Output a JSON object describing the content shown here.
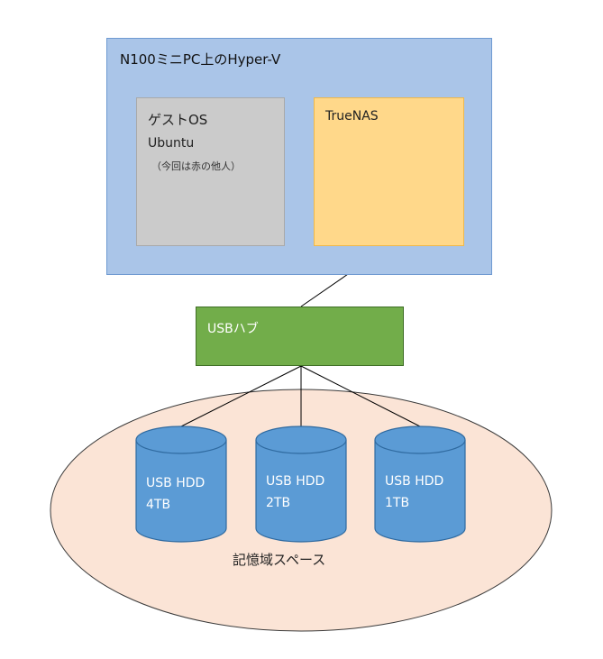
{
  "host": {
    "title": "N100ミニPC上のHyper-V"
  },
  "guest": {
    "title": "ゲストOS",
    "os": "Ubuntu",
    "note": "（今回は赤の他人）"
  },
  "truenas": {
    "label": "TrueNAS"
  },
  "hub": {
    "label": "USBハブ"
  },
  "disks": [
    {
      "line1": "USB HDD",
      "line2": "4TB"
    },
    {
      "line1": "USB HDD",
      "line2": "2TB"
    },
    {
      "line1": "USB HDD",
      "line2": "1TB"
    }
  ],
  "storage": {
    "label": "記憶域スペース"
  },
  "colors": {
    "host_fill": "#aac5e8",
    "guest_fill": "#cbcbcb",
    "truenas_fill": "#ffd88a",
    "hub_fill": "#72ad4a",
    "disk_fill": "#5b9bd5",
    "storage_fill": "#fbe4d6"
  }
}
